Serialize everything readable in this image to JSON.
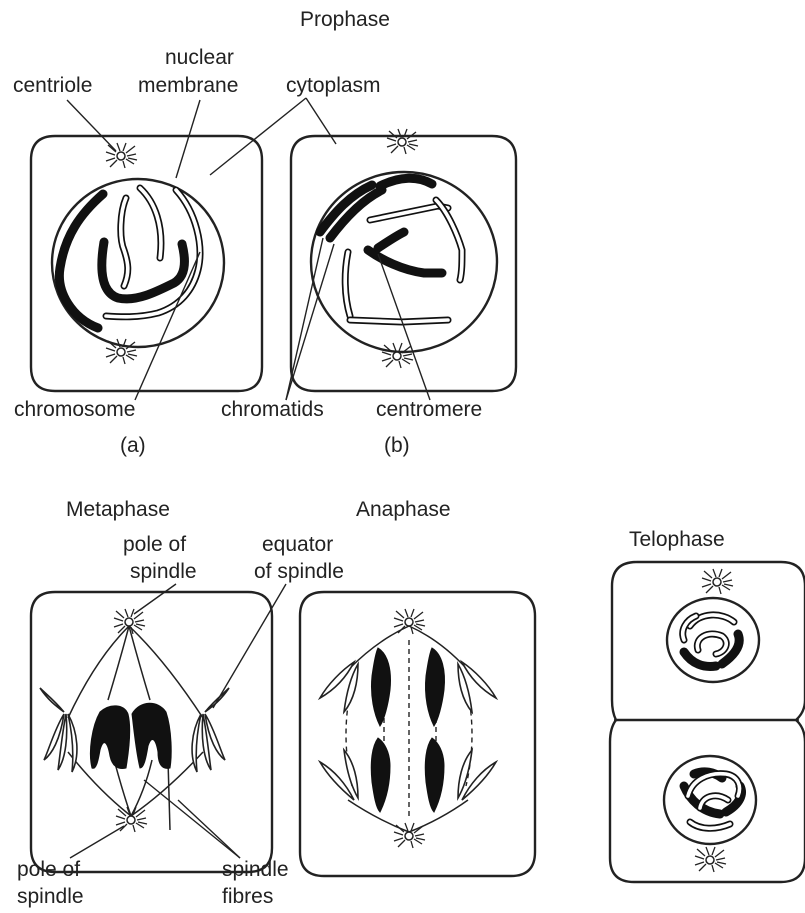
{
  "stages": {
    "prophase": "Prophase",
    "metaphase": "Metaphase",
    "anaphase": "Anaphase",
    "telophase": "Telophase"
  },
  "sublabels": {
    "a": "(a)",
    "b": "(b)"
  },
  "labels": {
    "centriole": "centriole",
    "nuclear_membrane_1": "nuclear",
    "nuclear_membrane_2": "membrane",
    "cytoplasm": "cytoplasm",
    "chromosome": "chromosome",
    "chromatids": "chromatids",
    "centromere": "centromere",
    "pole_top_1": "pole of",
    "pole_top_2": "spindle",
    "equator_1": "equator",
    "equator_2": "of spindle",
    "pole_bottom_1": "pole of",
    "pole_bottom_2": "spindle",
    "fibres_1": "spindle",
    "fibres_2": "fibres"
  }
}
